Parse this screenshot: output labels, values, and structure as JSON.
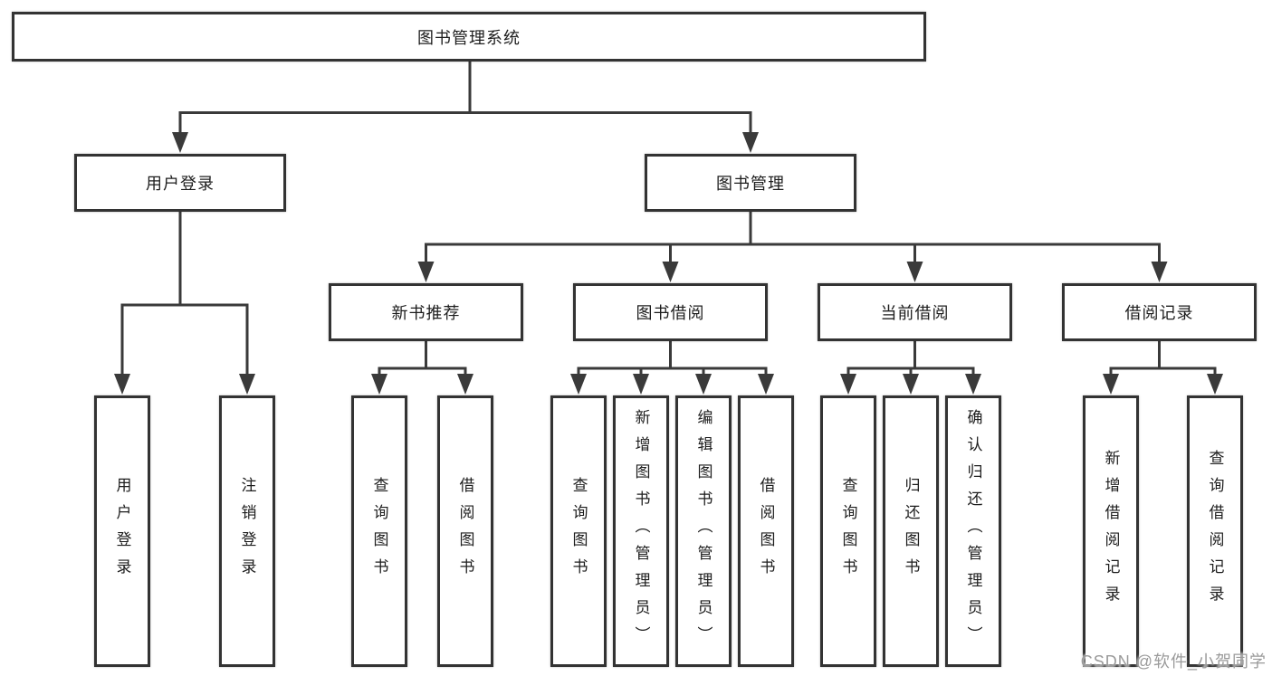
{
  "diagram_type": "hierarchy-tree",
  "colors": {
    "background": "#ffffff",
    "box_fill": "#ffffff",
    "box_border": "#333333",
    "line": "#3a3a3a",
    "text": "#1d1d1d",
    "watermark": "#9a9a9a"
  },
  "tree": {
    "label": "图书管理系统",
    "children": [
      {
        "label": "用户登录",
        "children": [
          {
            "label": "用户登录"
          },
          {
            "label": "注销登录"
          }
        ]
      },
      {
        "label": "图书管理",
        "children": [
          {
            "label": "新书推荐",
            "children": [
              {
                "label": "查询图书"
              },
              {
                "label": "借阅图书"
              }
            ]
          },
          {
            "label": "图书借阅",
            "children": [
              {
                "label": "查询图书"
              },
              {
                "label": "新增图书（管理员）"
              },
              {
                "label": "编辑图书（管理员）"
              },
              {
                "label": "借阅图书"
              }
            ]
          },
          {
            "label": "当前借阅",
            "children": [
              {
                "label": "查询图书"
              },
              {
                "label": "归还图书"
              },
              {
                "label": "确认归还（管理员）"
              }
            ]
          },
          {
            "label": "借阅记录",
            "children": [
              {
                "label": "新增借阅记录"
              },
              {
                "label": "查询借阅记录"
              }
            ]
          }
        ]
      }
    ]
  },
  "watermark": {
    "text": "CSDN @软件_小贺同学"
  }
}
